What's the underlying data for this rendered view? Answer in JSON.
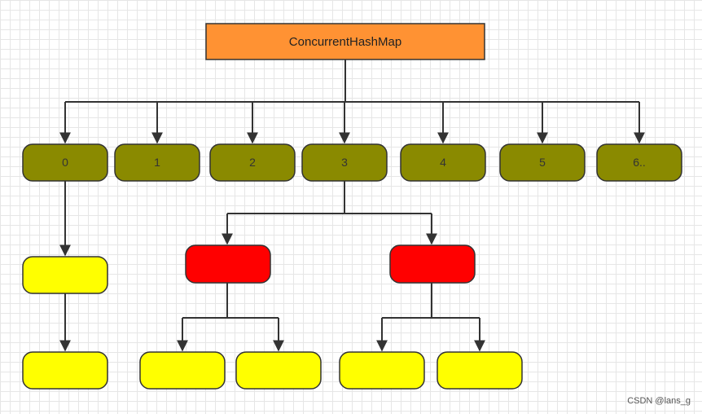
{
  "root": {
    "label": "ConcurrentHashMap"
  },
  "buckets": [
    {
      "label": "0"
    },
    {
      "label": "1"
    },
    {
      "label": "2"
    },
    {
      "label": "3"
    },
    {
      "label": "4"
    },
    {
      "label": "5"
    },
    {
      "label": "6.."
    }
  ],
  "watermark": "CSDN @lans_g",
  "colors": {
    "root_fill": "#ff9233",
    "bucket_fill": "#8a8a00",
    "red_node_fill": "#ff0000",
    "yellow_node_fill": "#ffff00",
    "stroke": "#333333",
    "line": "#333333"
  }
}
